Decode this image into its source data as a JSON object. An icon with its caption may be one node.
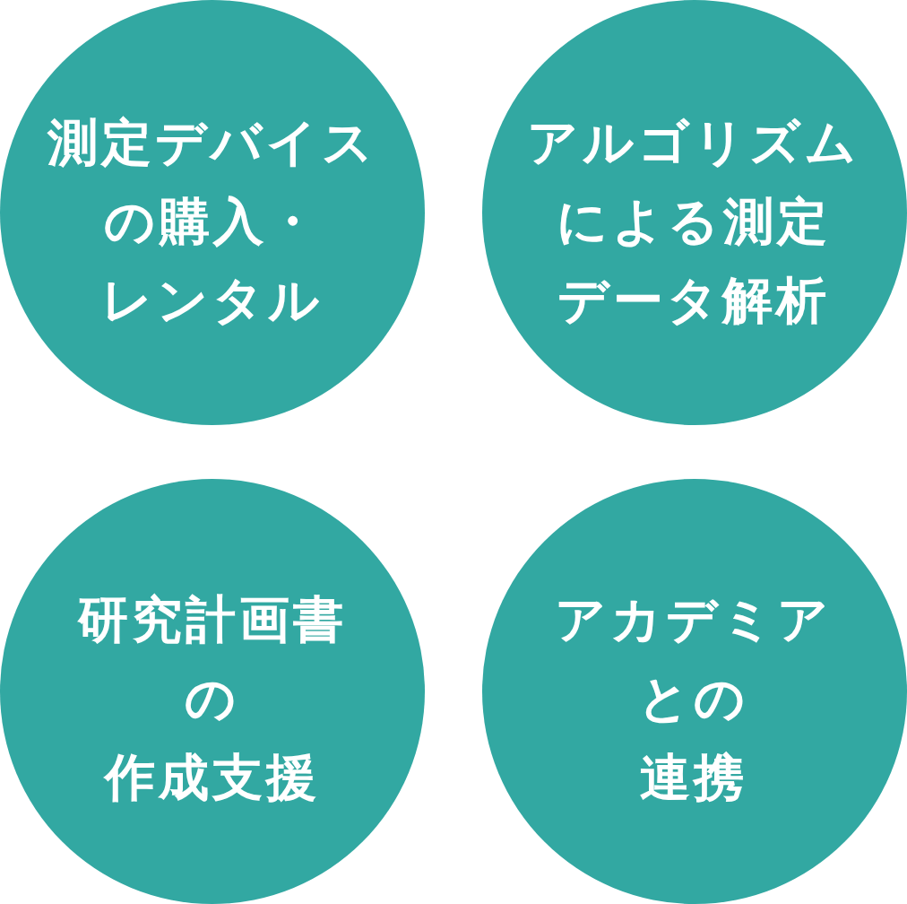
{
  "diagram": {
    "nodes": [
      {
        "text": [
          "測定デバイスの購入・レンタル"
        ]
      },
      {
        "text": [
          "アルゴリズムによる測定データ解析"
        ]
      },
      {
        "text": [
          "研究計画書の作成支援"
        ]
      },
      {
        "text": [
          "アカデミアとの連携"
        ]
      }
    ]
  }
}
